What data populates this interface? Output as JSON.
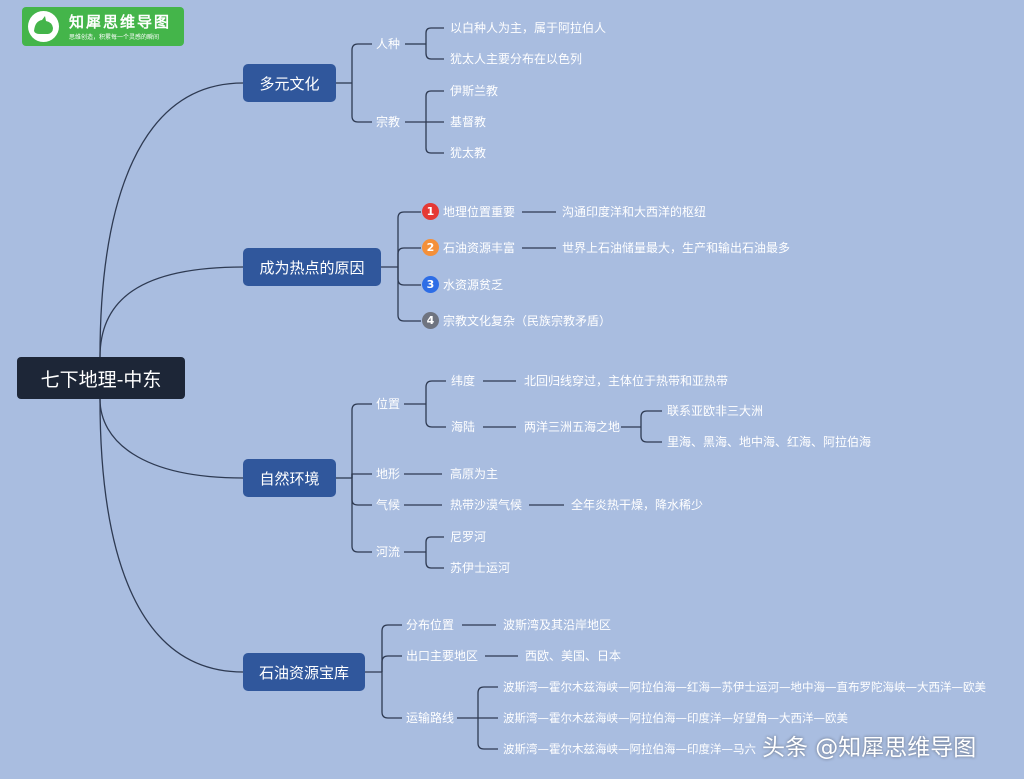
{
  "logo": {
    "title": "知犀思维导图",
    "subtitle": "思维创造，积累每一个灵感的瞬间"
  },
  "root": "七下地理-中东",
  "branches": {
    "culture": "多元文化",
    "hotspot": "成为热点的原因",
    "nature": "自然环境",
    "oil": "石油资源宝库"
  },
  "culture": {
    "race": "人种",
    "race_items": [
      "以白种人为主，属于阿拉伯人",
      "犹太人主要分布在以色列"
    ],
    "religion": "宗教",
    "religion_items": [
      "伊斯兰教",
      "基督教",
      "犹太教"
    ]
  },
  "hotspot": {
    "items": [
      {
        "num": "1",
        "label": "地理位置重要",
        "detail": "沟通印度洋和大西洋的枢纽",
        "color": "#e53935"
      },
      {
        "num": "2",
        "label": "石油资源丰富",
        "detail": "世界上石油储量最大，生产和输出石油最多",
        "color": "#f4903a"
      },
      {
        "num": "3",
        "label": "水资源贫乏",
        "detail": "",
        "color": "#2d6de6"
      },
      {
        "num": "4",
        "label": "宗教文化复杂（民族宗教矛盾）",
        "detail": "",
        "color": "#6f7480"
      }
    ]
  },
  "nature": {
    "position": "位置",
    "latitude": "纬度",
    "latitude_detail": "北回归线穿过，主体位于热带和亚热带",
    "sea_land": "海陆",
    "sea_land_detail": "两洋三洲五海之地",
    "sea_land_items": [
      "联系亚欧非三大洲",
      "里海、黑海、地中海、红海、阿拉伯海"
    ],
    "terrain": "地形",
    "terrain_detail": "高原为主",
    "climate": "气候",
    "climate_type": "热带沙漠气候",
    "climate_detail": "全年炎热干燥，降水稀少",
    "rivers": "河流",
    "river_items": [
      "尼罗河",
      "苏伊士运河"
    ]
  },
  "oil": {
    "distribution": "分布位置",
    "distribution_detail": "波斯湾及其沿岸地区",
    "export": "出口主要地区",
    "export_detail": "西欧、美国、日本",
    "routes_label": "运输路线",
    "routes": [
      "波斯湾—霍尔木兹海峡—阿拉伯海—红海—苏伊士运河—地中海—直布罗陀海峡—大西洋—欧美",
      "波斯湾—霍尔木兹海峡—阿拉伯海—印度洋—好望角—大西洋—欧美",
      "波斯湾—霍尔木兹海峡—阿拉伯海—印度洋—马六"
    ]
  },
  "watermark": "头条 @知犀思维导图",
  "colors": {
    "background": "#a9bde0",
    "branch": "#30579c",
    "root": "#1d2637",
    "logo": "#44b54a",
    "line": "#2e3a52"
  }
}
